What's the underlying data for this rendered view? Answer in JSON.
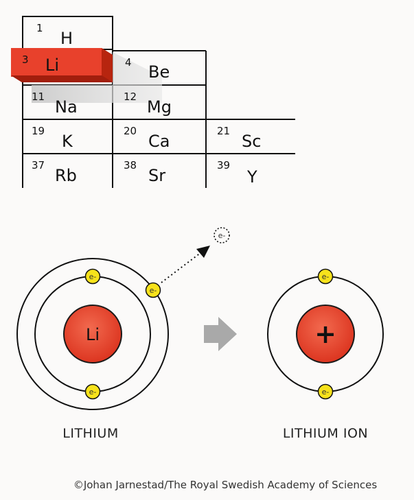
{
  "periodic_table": {
    "elements": [
      {
        "number": "1",
        "symbol": "H"
      },
      {
        "number": "3",
        "symbol": "Li"
      },
      {
        "number": "4",
        "symbol": "Be"
      },
      {
        "number": "11",
        "symbol": "Na"
      },
      {
        "number": "12",
        "symbol": "Mg"
      },
      {
        "number": "19",
        "symbol": "K"
      },
      {
        "number": "20",
        "symbol": "Ca"
      },
      {
        "number": "21",
        "symbol": "Sc"
      },
      {
        "number": "37",
        "symbol": "Rb"
      },
      {
        "number": "38",
        "symbol": "Sr"
      },
      {
        "number": "39",
        "symbol": "Y"
      }
    ],
    "highlight_color": "#e8412c"
  },
  "atom": {
    "nucleus_label": "Li",
    "caption": "LITHIUM",
    "electron_label": "e-"
  },
  "ion": {
    "nucleus_label": "+",
    "caption": "LITHIUM ION"
  },
  "colors": {
    "nucleus": "#e8412c",
    "electron": "#f7e21b",
    "arrow": "#a9a9a9"
  },
  "credit": "©Johan Jarnestad/The Royal Swedish Academy of Sciences"
}
